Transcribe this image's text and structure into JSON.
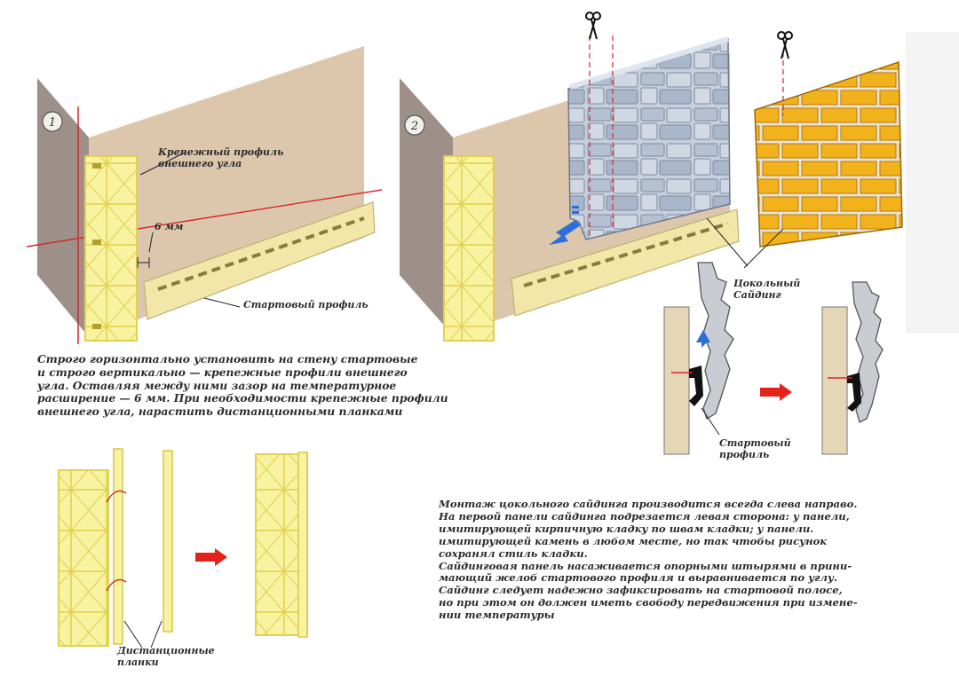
{
  "diagram": {
    "step1": {
      "badge": "1",
      "label_profile": [
        "Крепежный профиль",
        "внешнего угла"
      ],
      "label_gap": "6 мм",
      "label_start": "Стартовый профиль"
    },
    "step2": {
      "badge": "2",
      "label_siding": [
        "Цокольный",
        "Сайдинг"
      ],
      "label_start": [
        "Стартовый",
        "профиль"
      ]
    },
    "extension": {
      "label": [
        "Дистанционные",
        "планки"
      ]
    },
    "caption_left": [
      "Строго горизонтально установить на стену стартовые",
      "и строго вертикально — крепежные профили внешнего",
      "угла. Оставляя между ними зазор на температурное",
      "расширение — 6 мм. При необходимости крепежные профили",
      "внешнего угла, нарастить дистанционными планками"
    ],
    "caption_right": [
      "Монтаж цокольного сайдинга производится всегда слева направо.",
      "На первой панели сайдинга подрезается левая сторона: у панели,",
      "имитирующей кирпичную кладку по швам кладки; у панели.",
      "имитирующей камень в любом месте, но так чтобы рисунок",
      "сохранял стиль кладки.",
      "Сайдинговая панель насаживается опорными штырями в прини-",
      "мающий желоб стартового профиля и выравнивается по углу.",
      "Сайдинг следует надежно зафиксировать на стартовой полосе,",
      "но при этом он должен иметь свободу передвижения при измене-",
      "нии температуры"
    ]
  },
  "colors": {
    "wall": "#dcc7ac",
    "wall_side": "#9c9088",
    "profile": "#f6f08e",
    "starter": "#f2e6a8",
    "stone": "#b9c4d6",
    "brick": "#f2b21c",
    "arrow_red": "#e2231a",
    "arrow_blue": "#2d6fd6"
  },
  "icons": [
    "scissors-icon",
    "scissors-icon",
    "red-arrow-icon",
    "blue-arrow-icon"
  ]
}
